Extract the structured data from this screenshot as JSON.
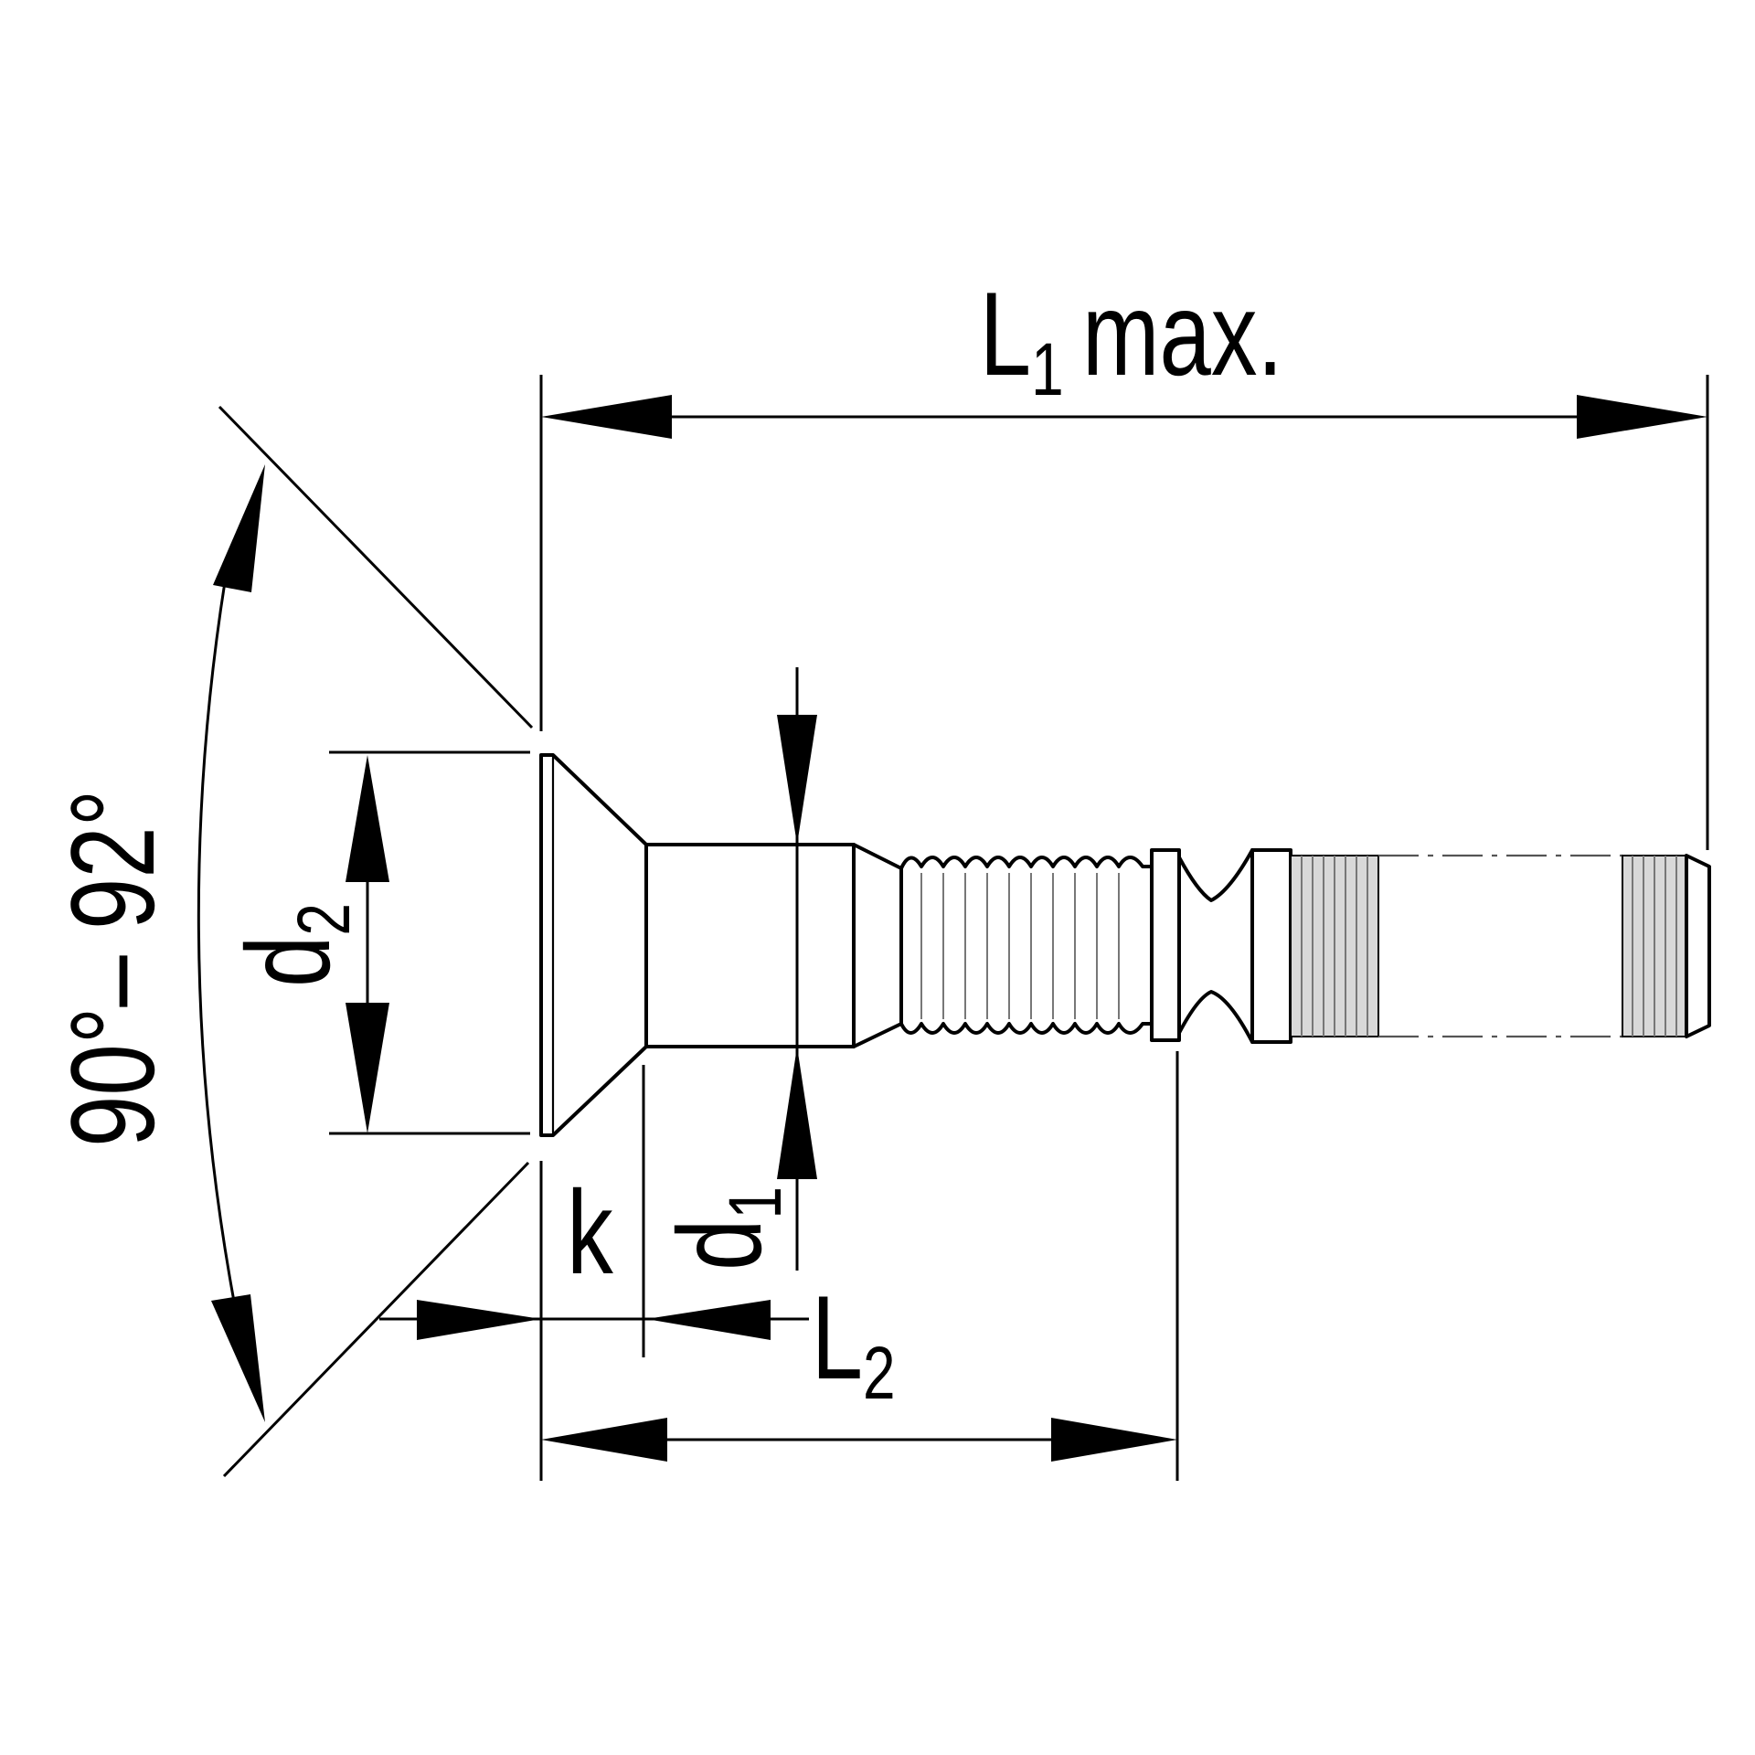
{
  "diagram": {
    "labels": {
      "L1_main": "L",
      "L1_sub": "1",
      "L1_suffix": "max.",
      "L2_main": "L",
      "L2_sub": "2",
      "d1_main": "d",
      "d1_sub": "1",
      "d2_main": "d",
      "d2_sub": "2",
      "k": "k",
      "angle": "90°– 92°"
    }
  }
}
